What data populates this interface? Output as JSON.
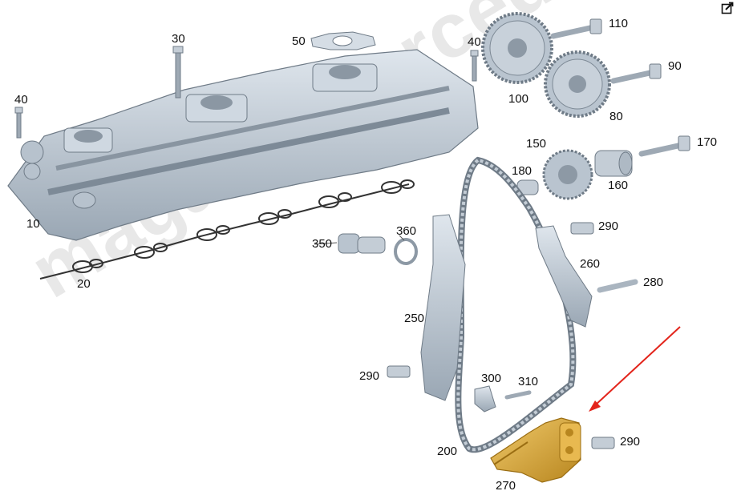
{
  "watermark_text": "magazinmercedes.ru",
  "icons": {
    "edit": "edit-external-icon"
  },
  "colors": {
    "part": "#c2ccd6",
    "part_dark": "#7f8c99",
    "highlight": "#d7a83e",
    "arrow": "#e3241b"
  },
  "callouts": {
    "c10": "10",
    "c20": "20",
    "c30": "30",
    "c40a": "40",
    "c40b": "40",
    "c50": "50",
    "c80": "80",
    "c90": "90",
    "c100": "100",
    "c110": "110",
    "c150": "150",
    "c160": "160",
    "c170": "170",
    "c180": "180",
    "c200": "200",
    "c250": "250",
    "c260": "260",
    "c270": "270",
    "c280": "280",
    "c290a": "290",
    "c290b": "290",
    "c290c": "290",
    "c300": "300",
    "c310": "310",
    "c350": "350",
    "c360": "360"
  }
}
